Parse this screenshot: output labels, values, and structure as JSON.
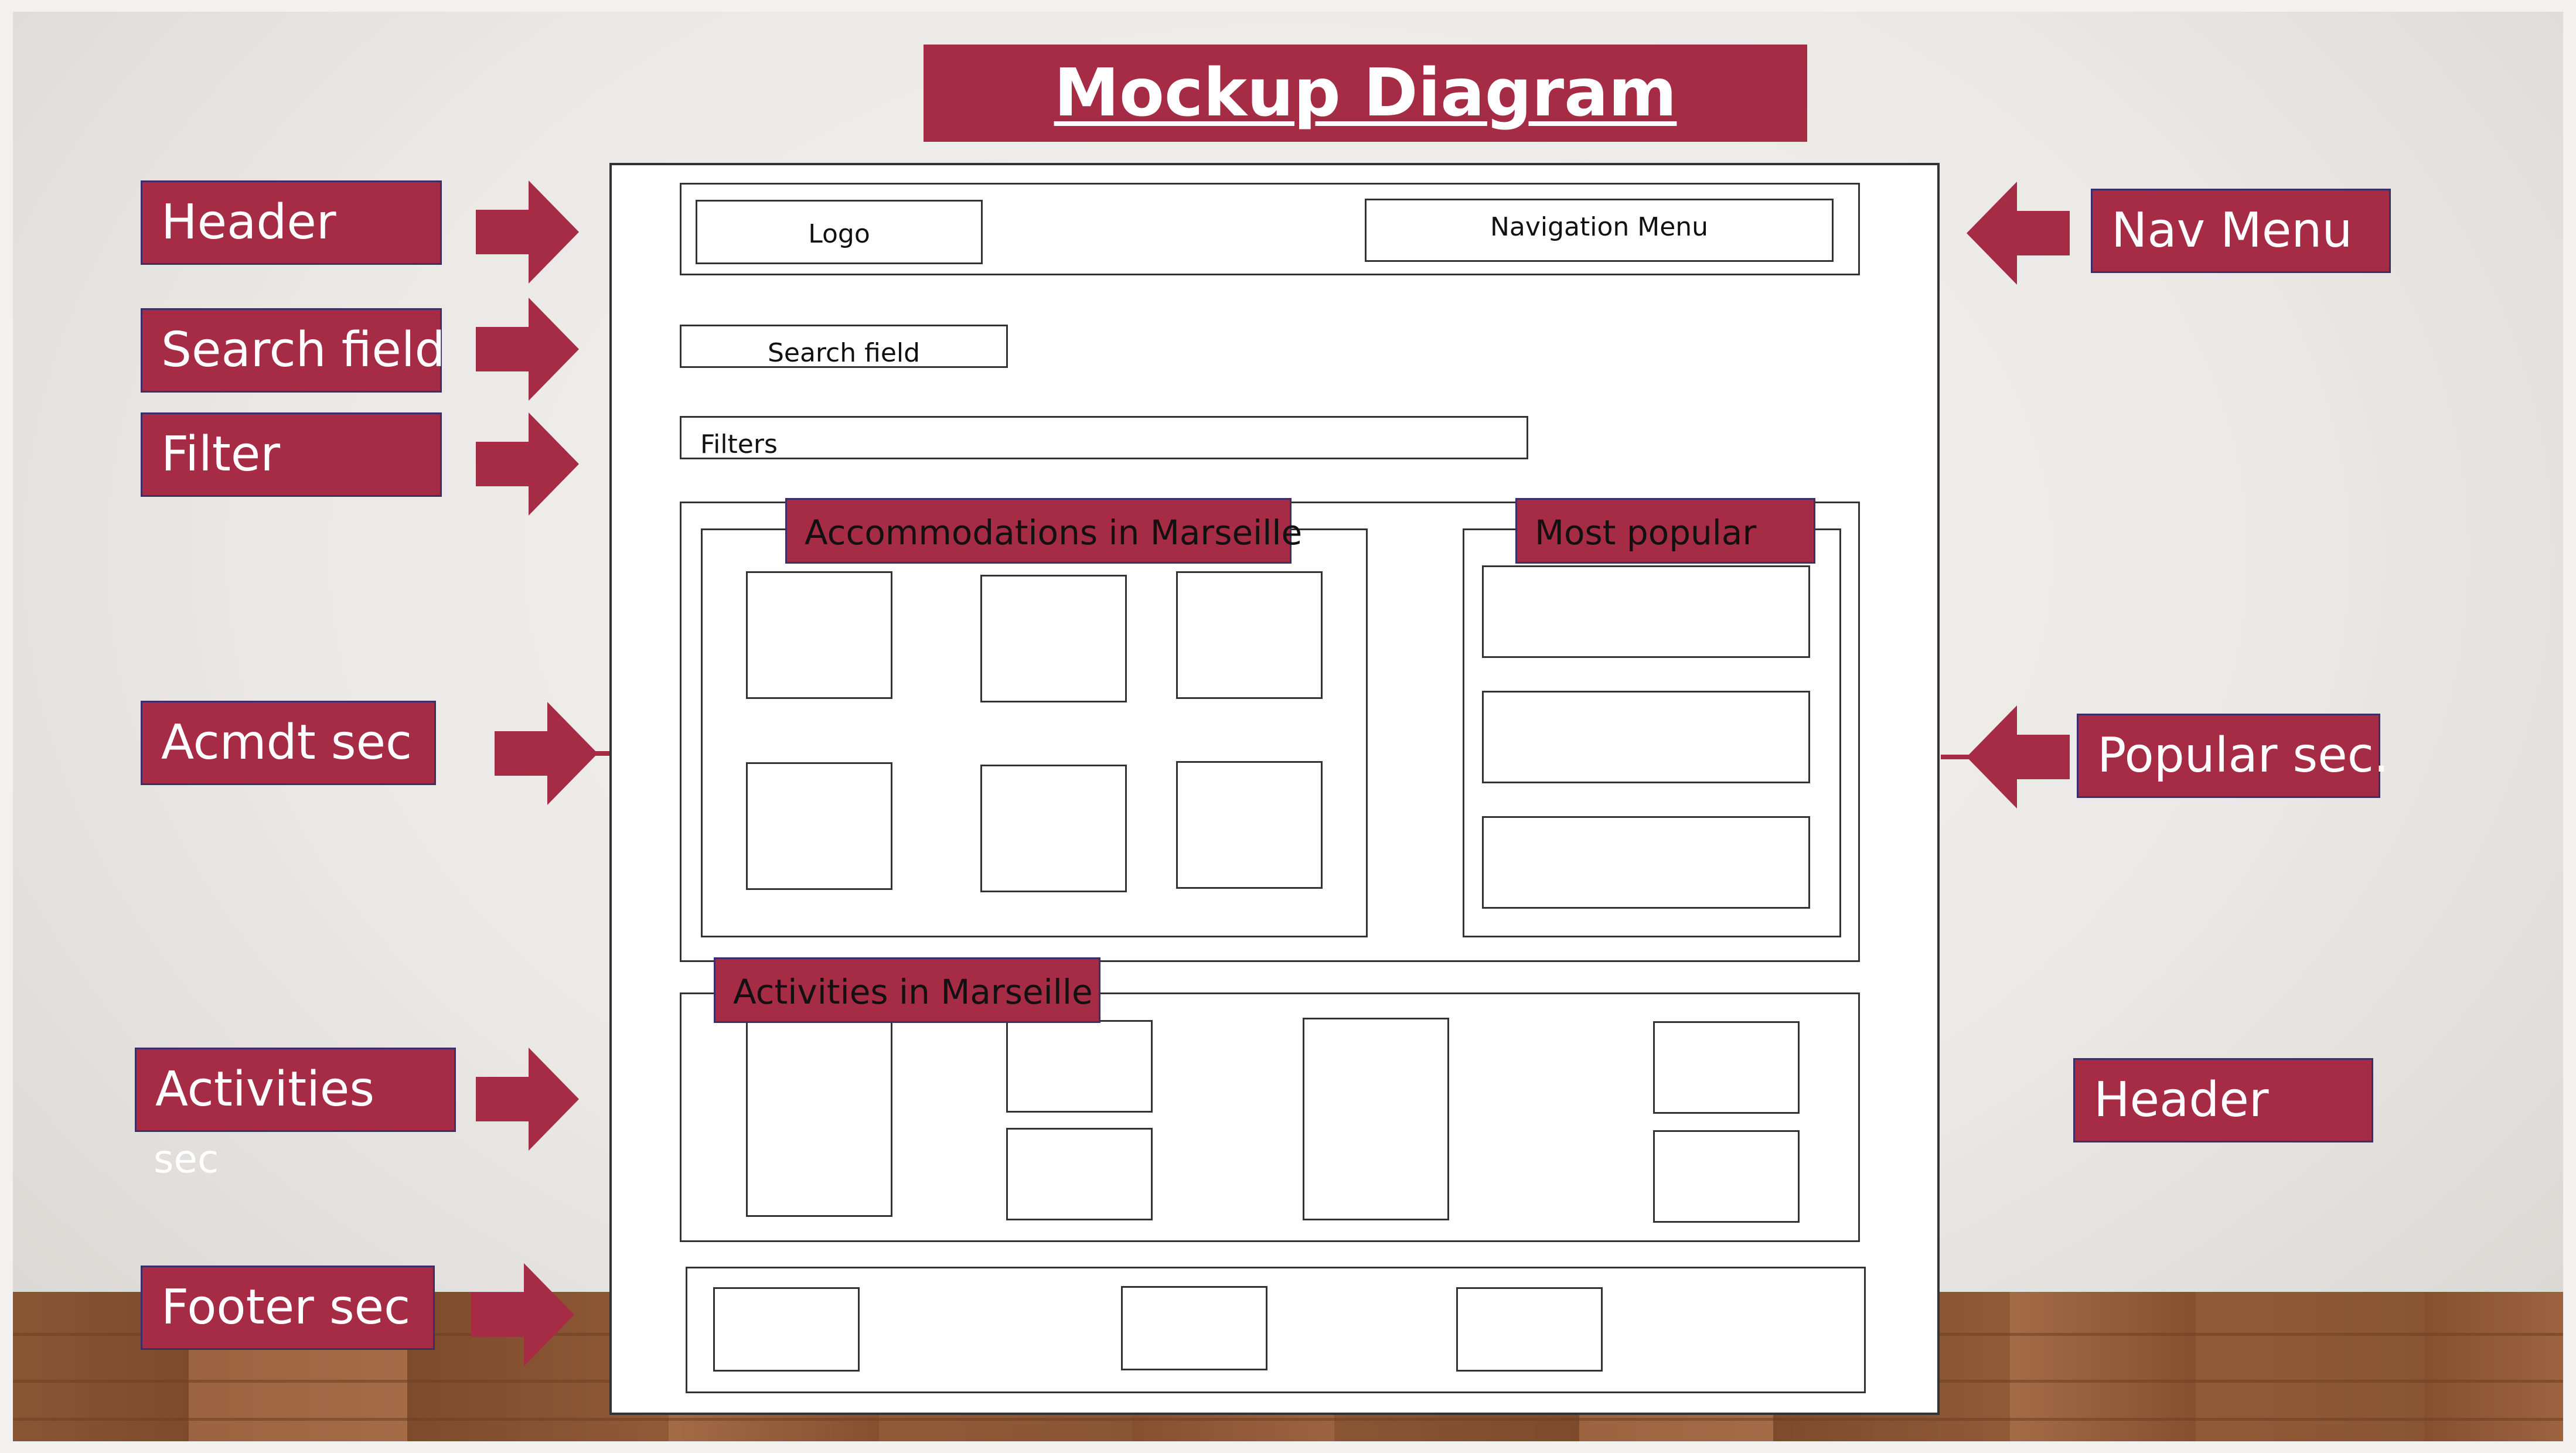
{
  "title": "Mockup Diagram",
  "left_labels": {
    "header": "Header",
    "search": "Search field",
    "filter": "Filter",
    "acmdt": "Acmdt sec",
    "activities_line1": "Activities",
    "activities_line2": "sec",
    "footer": "Footer sec"
  },
  "right_labels": {
    "nav_menu": "Nav Menu",
    "popular": "Popular sec.",
    "header": "Header"
  },
  "mockup": {
    "logo": "Logo",
    "navigation_menu": "Navigation Menu",
    "search_field": "Search field",
    "filters": "Filters",
    "accommodations_tag": "Accommodations in Marseille",
    "most_popular_tag": "Most popular",
    "activities_tag": "Activities in Marseille"
  },
  "colors": {
    "accent": "#a62b45",
    "label_border": "#3b2f66",
    "wireframe_stroke": "#333333"
  }
}
